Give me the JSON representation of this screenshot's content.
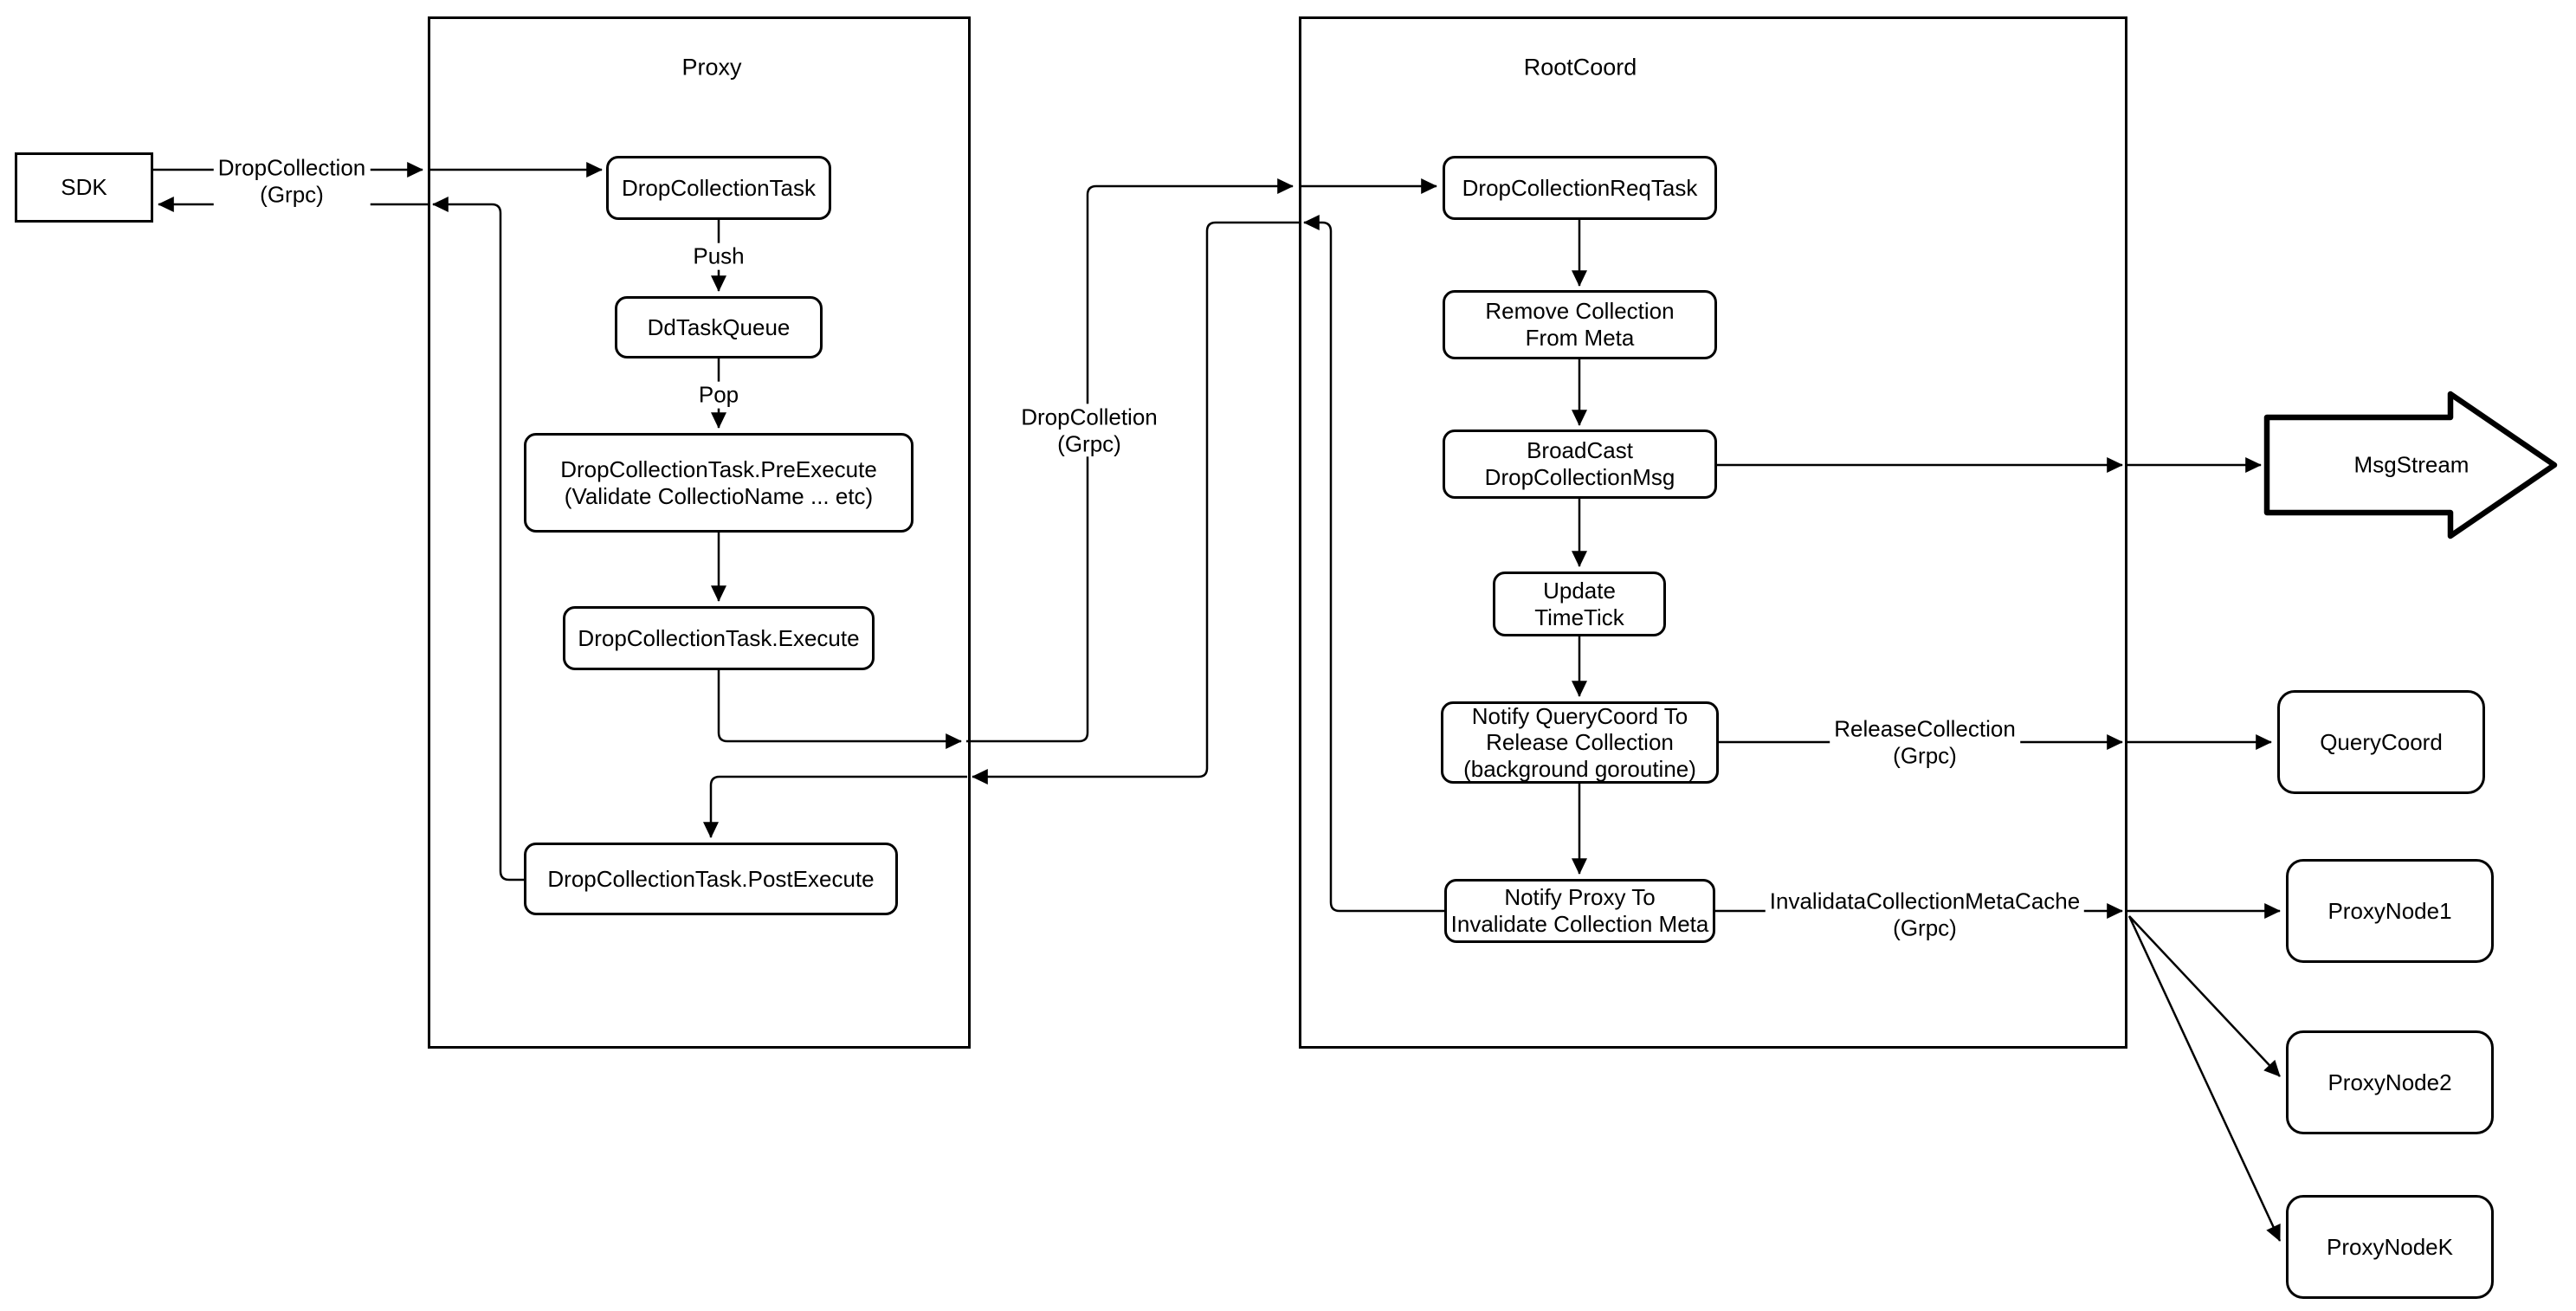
{
  "colors": {
    "stroke": "#000000",
    "fill": "#ffffff",
    "background": "#ffffff"
  },
  "containers": {
    "proxy": {
      "title": "Proxy"
    },
    "rootcoord": {
      "title": "RootCoord"
    }
  },
  "nodes": {
    "sdk": {
      "label": "SDK"
    },
    "drop_collection_task": {
      "label": "DropCollectionTask"
    },
    "dd_task_queue": {
      "label": "DdTaskQueue"
    },
    "pre_execute": {
      "label": "DropCollectionTask.PreExecute\n(Validate CollectioName ... etc)"
    },
    "execute": {
      "label": "DropCollectionTask.Execute"
    },
    "post_execute": {
      "label": "DropCollectionTask.PostExecute"
    },
    "req_task": {
      "label": "DropCollectionReqTask"
    },
    "remove_meta": {
      "label": "Remove Collection\nFrom Meta"
    },
    "broadcast": {
      "label": "BroadCast\nDropCollectionMsg"
    },
    "update_timetick": {
      "label": "Update TimeTick"
    },
    "notify_querycoord": {
      "label": "Notify QueryCoord To\nRelease Collection\n(background goroutine)"
    },
    "notify_proxy": {
      "label": "Notify Proxy To\nInvalidate Collection Meta"
    },
    "msgstream": {
      "label": "MsgStream"
    },
    "querycoord": {
      "label": "QueryCoord"
    },
    "proxynode1": {
      "label": "ProxyNode1"
    },
    "proxynode2": {
      "label": "ProxyNode2"
    },
    "proxynodek": {
      "label": "ProxyNodeK"
    }
  },
  "edge_labels": {
    "sdk_request": "DropCollection\n(Grpc)",
    "push": "Push",
    "pop": "Pop",
    "proxy_request": "DropColletion\n(Grpc)",
    "release": "ReleaseCollection\n(Grpc)",
    "invalidate": "InvalidataCollectionMetaCache\n(Grpc)"
  }
}
